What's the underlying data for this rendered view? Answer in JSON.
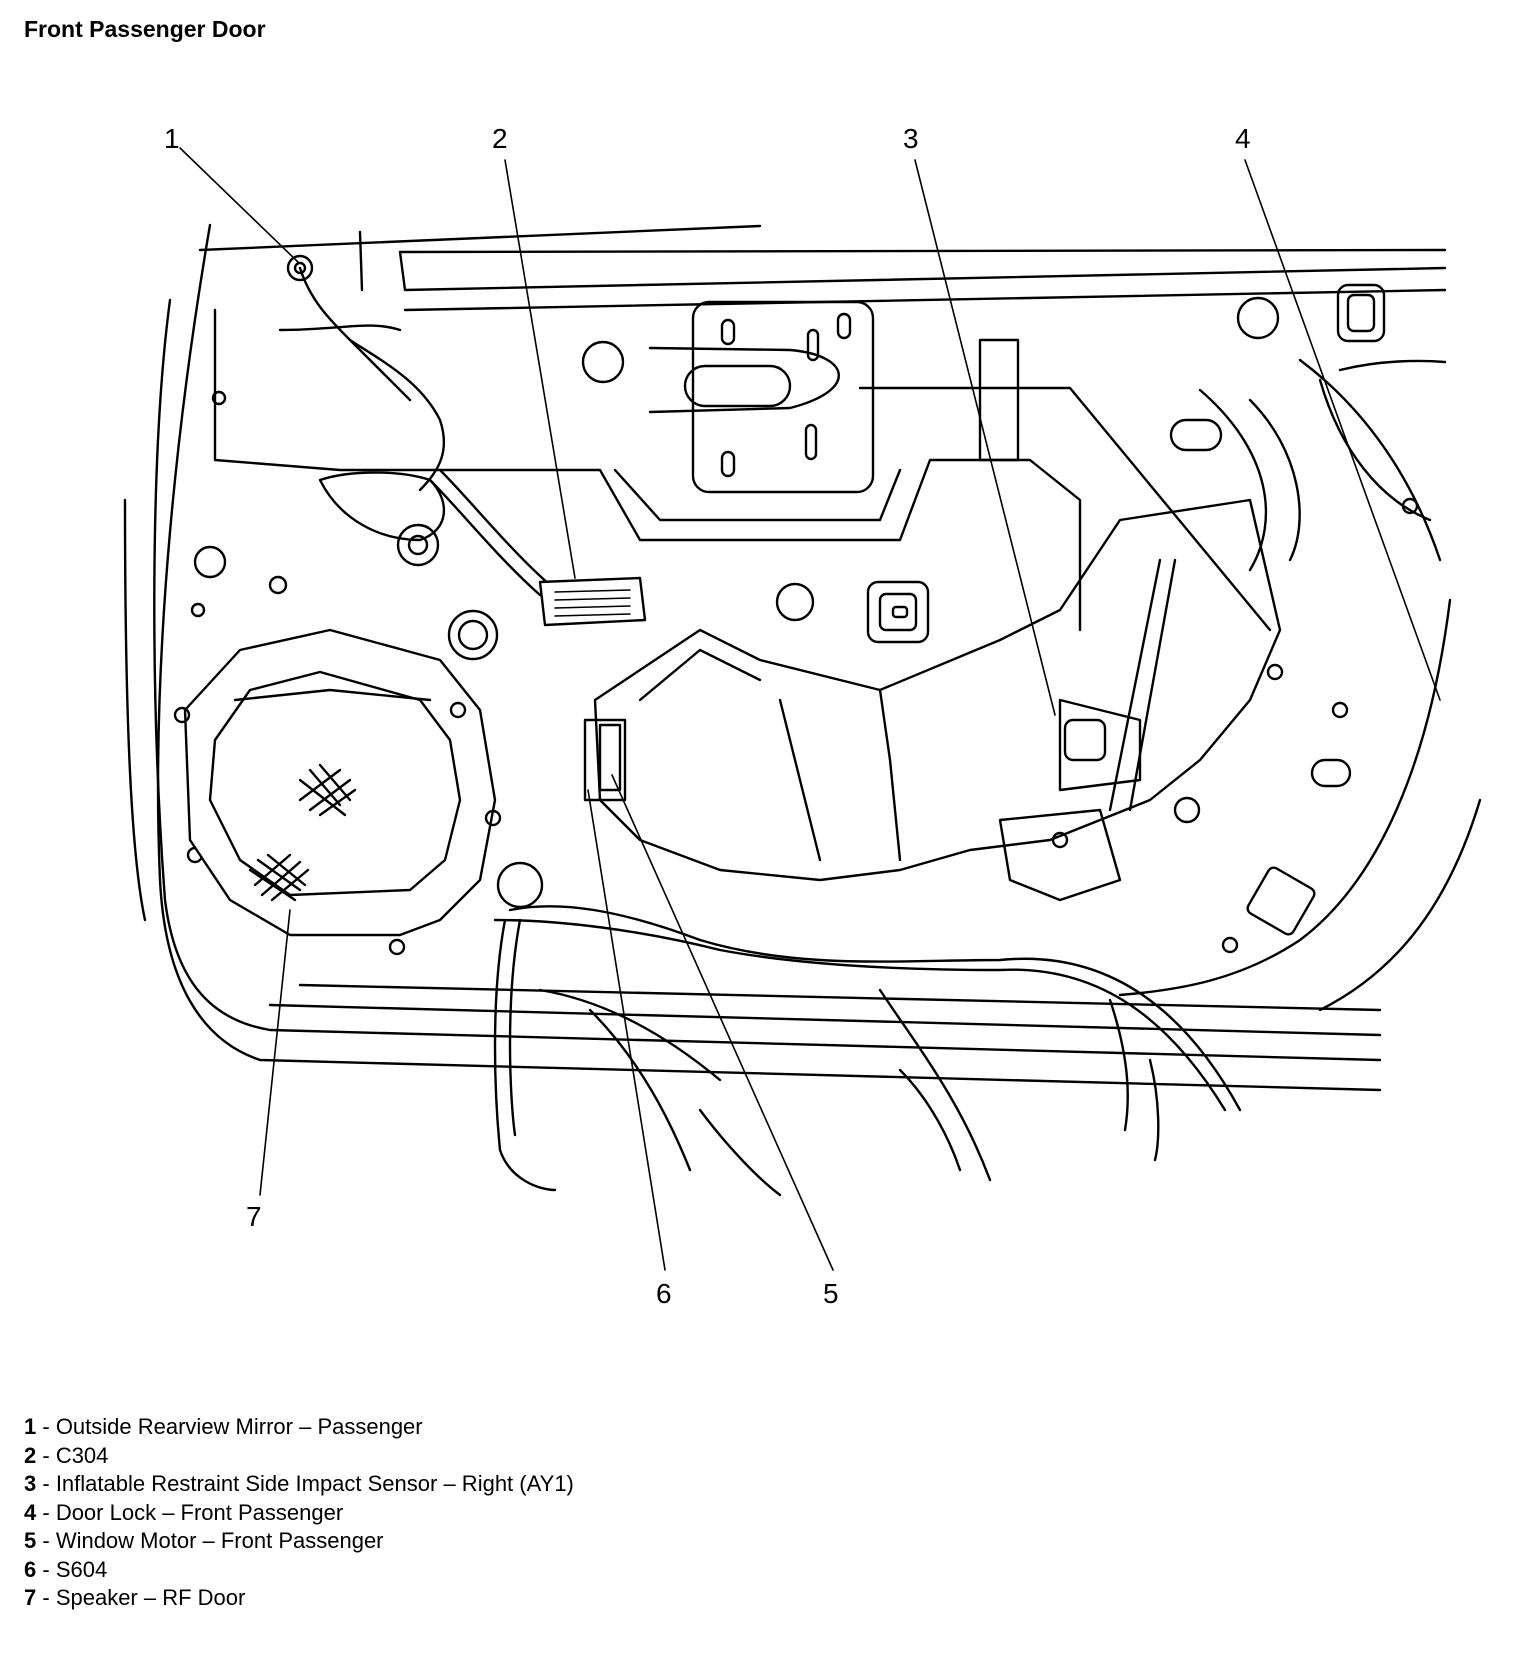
{
  "title": "Front Passenger Door",
  "callouts": [
    "1",
    "2",
    "3",
    "4",
    "5",
    "6",
    "7"
  ],
  "legend": [
    {
      "num": "1",
      "sep": " - ",
      "text": "Outside Rearview Mirror – Passenger"
    },
    {
      "num": "2",
      "sep": " - ",
      "text": "C304"
    },
    {
      "num": "3",
      "sep": " - ",
      "text": "Inflatable Restraint Side Impact Sensor – Right (AY1)"
    },
    {
      "num": "4",
      "sep": " - ",
      "text": "Door Lock – Front Passenger"
    },
    {
      "num": "5",
      "sep": " - ",
      "text": "Window Motor – Front Passenger"
    },
    {
      "num": "6",
      "sep": " - ",
      "text": "S604"
    },
    {
      "num": "7",
      "sep": " - ",
      "text": "Speaker – RF Door"
    }
  ]
}
